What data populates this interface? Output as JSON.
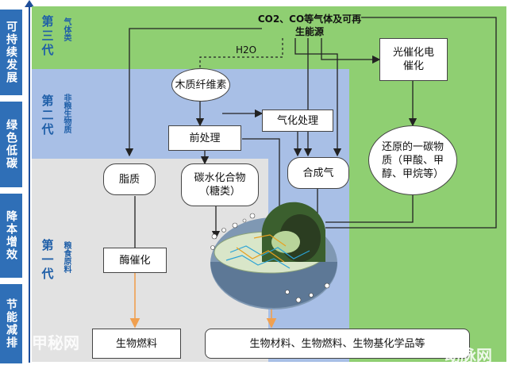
{
  "sidebar": {
    "labels": [
      "可持续发展",
      "绿色低碳",
      "降本增效",
      "节能减排"
    ]
  },
  "generations": {
    "third": {
      "title": "第三代",
      "subtitle": "气体类"
    },
    "second": {
      "title": "第二代",
      "subtitle": "非粮生物质"
    },
    "first": {
      "title": "第一代",
      "subtitle": "粮食原料"
    }
  },
  "nodes": {
    "source": "CO2、CO等气体及可再生能源",
    "h2o": "H2O",
    "lignocellulose": "木质纤维素",
    "photo_electro": "光催化电催化",
    "pretreat": "前处理",
    "gasify": "气化处理",
    "reduced_c1": "还原的一碳物质（甲酸、甲醇、甲烷等）",
    "lipid": "脂质",
    "carbohydrate": "碳水化合物（糖类）",
    "syngas": "合成气",
    "enzyme": "酶催化",
    "biofuel": "生物燃料",
    "products": "生物材料、生物燃料、生物基化学品等"
  },
  "watermarks": {
    "left": "甲秘网",
    "right": "动脉网"
  },
  "colors": {
    "gen3": "#8fcf72",
    "gen2": "#a8bfe6",
    "gen1": "#e2e2e2",
    "accent": "#2f6fb7",
    "orange": "#f0a050"
  }
}
